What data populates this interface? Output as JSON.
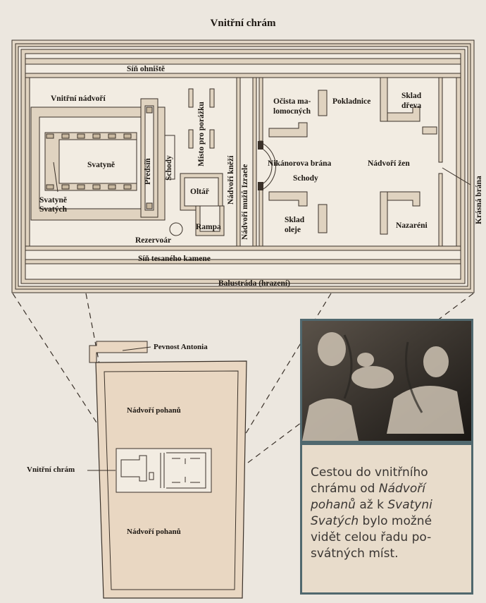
{
  "title": "Vnitřní chrám",
  "colors": {
    "wall": "#e0d3c0",
    "floor": "#f2ece2",
    "stroke": "#3a3129",
    "site": "#e9d7c2",
    "frame": "#50686e"
  },
  "plan_labels": {
    "sin_ohniste": "Síň ohniště",
    "vnitrni_nadvori": "Vnitřní nádvoří",
    "misto_pro_porazku": "Místo pro porážku",
    "svatyne": "Svatyně",
    "predsin": "Předsíň",
    "schody_inner": "Schody",
    "svatyne_svatych_1": "Svatyně",
    "svatyne_svatych_2": "Svatých",
    "oltar": "Oltář",
    "rampa": "Rampa",
    "rezervoar": "Rezervoár",
    "nadvori_knezi": "Nádvoří kněží",
    "nadvori_muzu_izraele": "Nádvoří mužů Izraele",
    "ocista_1": "Očista ma-",
    "ocista_2": "lomocných",
    "pokladnice": "Pokladnice",
    "sklad_dreva_1": "Sklad",
    "sklad_dreva_2": "dřeva",
    "nikanorova_brana": "Nikánorova brána",
    "schody_gate": "Schody",
    "nadvori_zen": "Nádvoří žen",
    "sklad_oleje_1": "Sklad",
    "sklad_oleje_2": "oleje",
    "nazareni": "Nazaréni",
    "krasna_brana": "Krásná brána",
    "sin_tesaneho_kamene": "Síň tesaného kamene",
    "balustrada": "Balustráda (hrazení)"
  },
  "site_labels": {
    "pevnost_antonia": "Pevnost Antonia",
    "nadvori_pohanu_top": "Nádvoří pohanů",
    "vnitrni_chram": "Vnitřní chrám",
    "nadvori_pohanu_bottom": "Nádvoří pohanů"
  },
  "caption": {
    "part1": "Cestou do vnitřního chrámu od ",
    "em1": "Nádvoří pohanů",
    "part2": " až k ",
    "em2": "Svatyni Svatých",
    "part3": " bylo možné vidět celou řadu po-svátných míst."
  }
}
